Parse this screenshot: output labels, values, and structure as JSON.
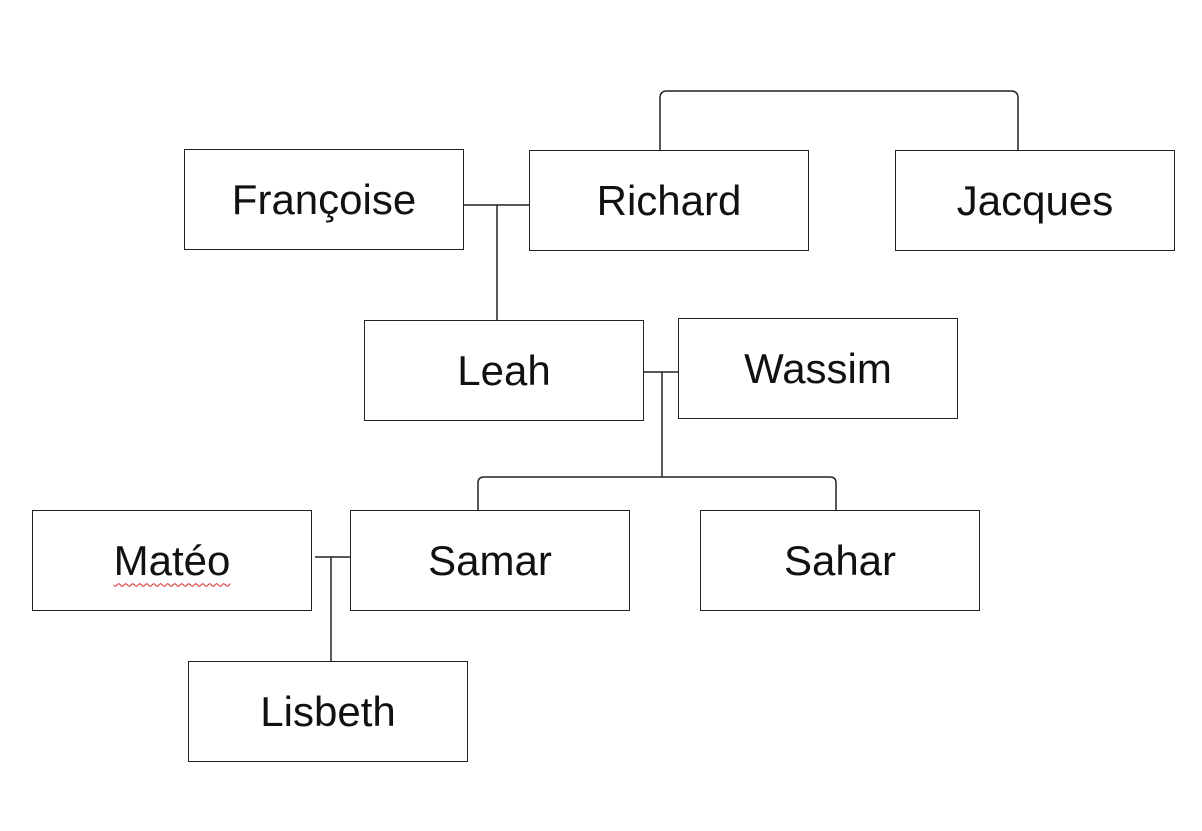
{
  "diagram": {
    "type": "family-tree",
    "people": {
      "francoise": "Françoise",
      "richard": "Richard",
      "jacques": "Jacques",
      "leah": "Leah",
      "wassim": "Wassim",
      "mateo": "Matéo",
      "samar": "Samar",
      "sahar": "Sahar",
      "lisbeth": "Lisbeth"
    },
    "relationships": [
      {
        "type": "siblings",
        "members": [
          "Richard",
          "Jacques"
        ]
      },
      {
        "type": "couple",
        "members": [
          "Françoise",
          "Richard"
        ],
        "children": [
          "Leah"
        ]
      },
      {
        "type": "couple",
        "members": [
          "Leah",
          "Wassim"
        ],
        "children": [
          "Samar",
          "Sahar"
        ]
      },
      {
        "type": "couple",
        "members": [
          "Matéo",
          "Samar"
        ],
        "children": [
          "Lisbeth"
        ]
      }
    ],
    "line_color": "#222222",
    "spellcheck_color": "#dd2222"
  }
}
